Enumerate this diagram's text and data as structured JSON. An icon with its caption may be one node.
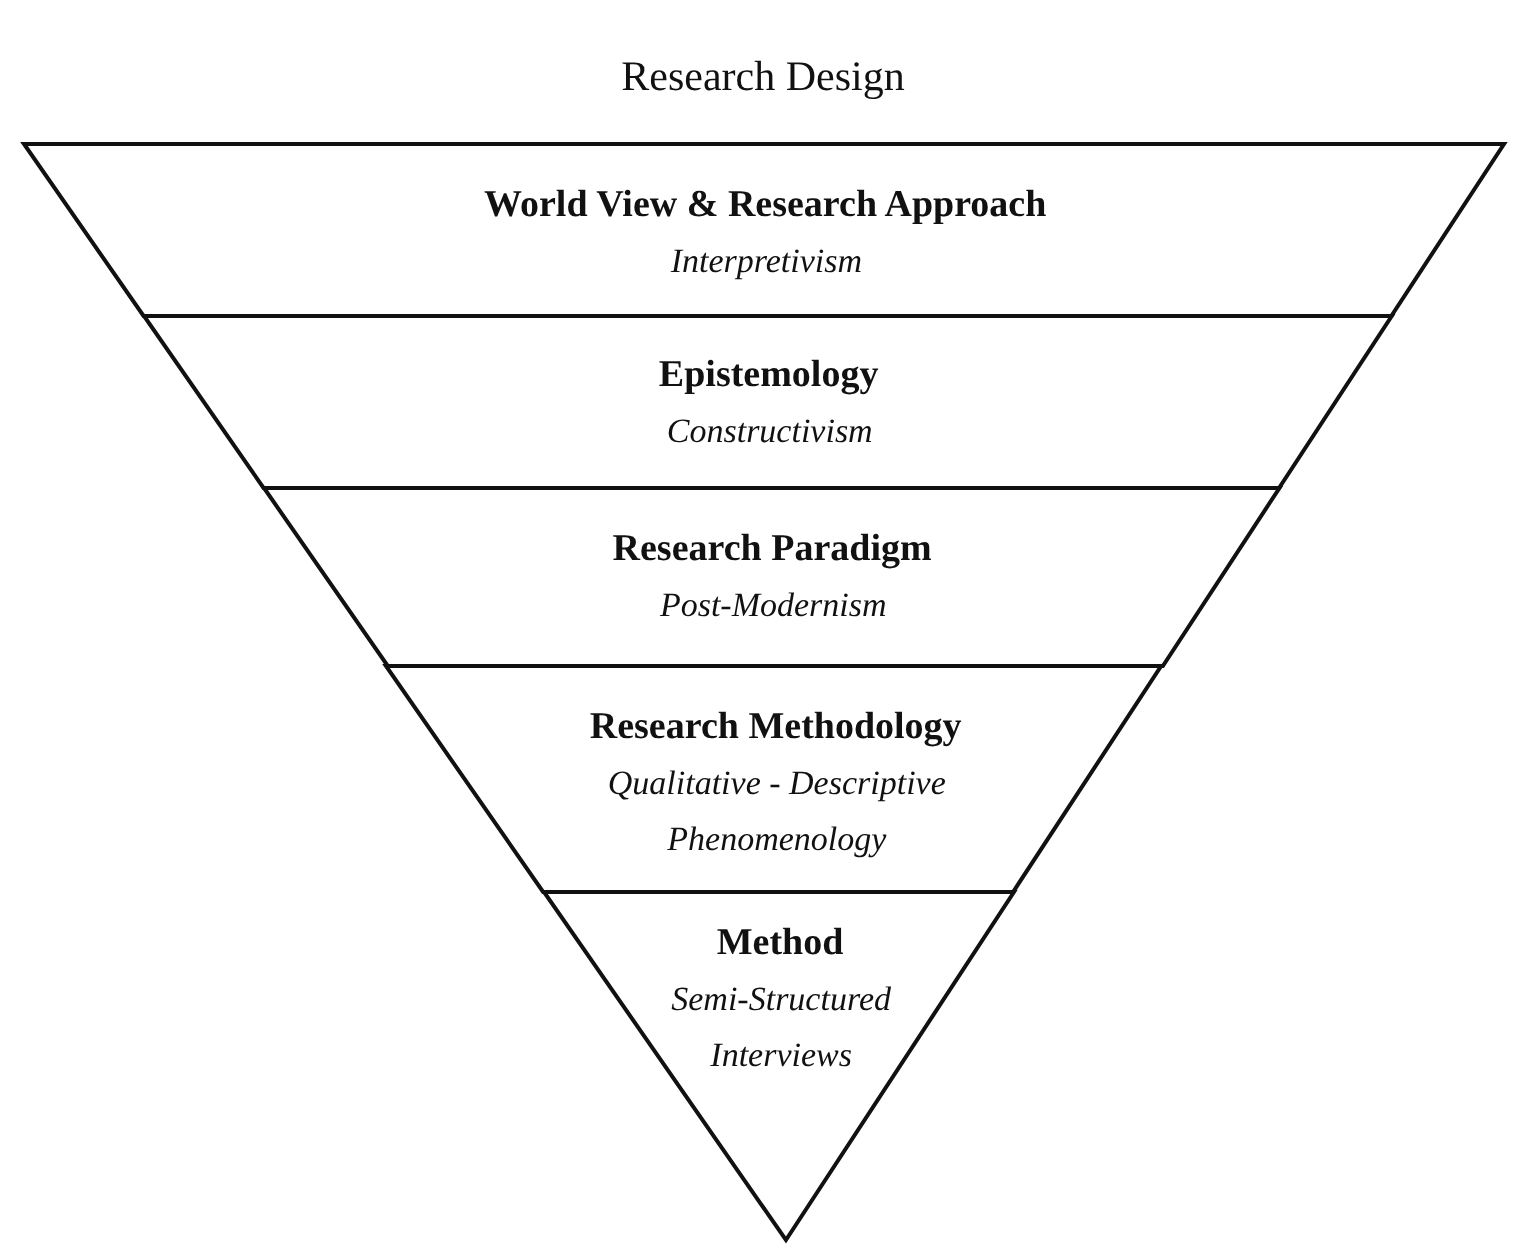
{
  "diagram": {
    "title": "Research Design",
    "nodes": [
      {
        "text": [
          "World View & Research Approach",
          "Interpretivism"
        ]
      },
      {
        "text": [
          "Epistemology",
          "Constructivism"
        ]
      },
      {
        "text": [
          "Research Paradigm",
          "Post-Modernism"
        ]
      },
      {
        "text": [
          "Research Methodology",
          "Qualitative - Descriptive Phenomenology"
        ]
      },
      {
        "text": [
          "Method",
          "Semi-Structured Interviews"
        ]
      }
    ]
  }
}
